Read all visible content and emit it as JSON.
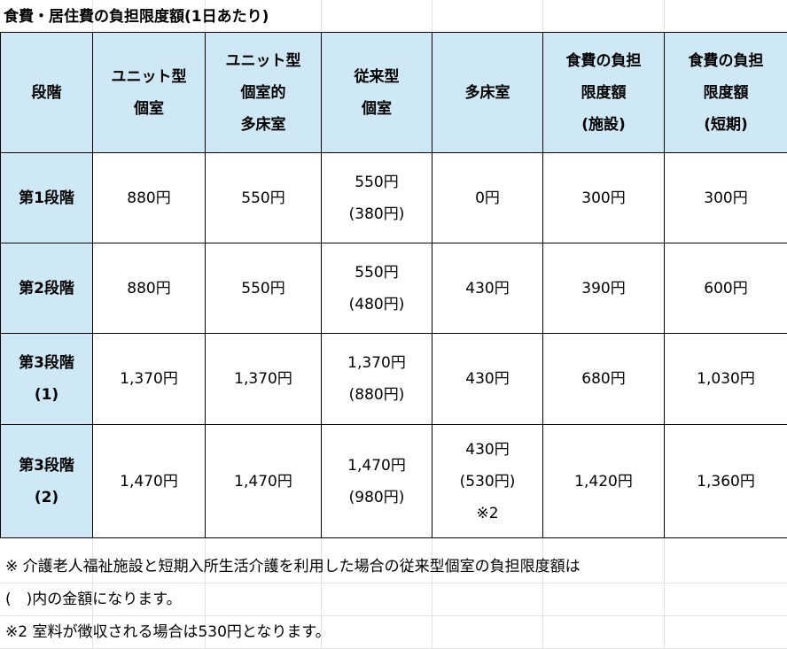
{
  "title": "食費・居住費の負担限度額(1日あたり)",
  "headers": [
    [
      "段階"
    ],
    [
      "ユニット型",
      "個室"
    ],
    [
      "ユニット型",
      "個室的",
      "多床室"
    ],
    [
      "従来型",
      "個室"
    ],
    [
      "多床室"
    ],
    [
      "食費の負担",
      "限度額",
      "(施設)"
    ],
    [
      "食費の負担",
      "限度額",
      "(短期)"
    ]
  ],
  "rows": [
    {
      "stage": [
        "第1段階"
      ],
      "cells": [
        [
          "880円"
        ],
        [
          "550円"
        ],
        [
          "550円",
          "(380円)"
        ],
        [
          "0円"
        ],
        [
          "300円"
        ],
        [
          "300円"
        ]
      ]
    },
    {
      "stage": [
        "第2段階"
      ],
      "cells": [
        [
          "880円"
        ],
        [
          "550円"
        ],
        [
          "550円",
          "(480円)"
        ],
        [
          "430円"
        ],
        [
          "390円"
        ],
        [
          "600円"
        ]
      ]
    },
    {
      "stage": [
        "第3段階",
        "(1)"
      ],
      "cells": [
        [
          "1,370円"
        ],
        [
          "1,370円"
        ],
        [
          "1,370円",
          "(880円)"
        ],
        [
          "430円"
        ],
        [
          "680円"
        ],
        [
          "1,030円"
        ]
      ]
    },
    {
      "stage": [
        "第3段階",
        "(2)"
      ],
      "cells": [
        [
          "1,470円"
        ],
        [
          "1,470円"
        ],
        [
          "1,470円",
          "(980円)"
        ],
        [
          "430円",
          "(530円)",
          "※2"
        ],
        [
          "1,420円"
        ],
        [
          "1,360円"
        ]
      ]
    }
  ],
  "notes": [
    "※ 介護老人福祉施設と短期入所生活介護を利用した場合の従来型個室の負担限度額は",
    "(　)内の金額になります。",
    "※2 室料が徴収される場合は530円となります。"
  ],
  "colors": {
    "header_bg": "#cfe8f5",
    "border": "#000000",
    "grid": "#e2e2e2"
  }
}
